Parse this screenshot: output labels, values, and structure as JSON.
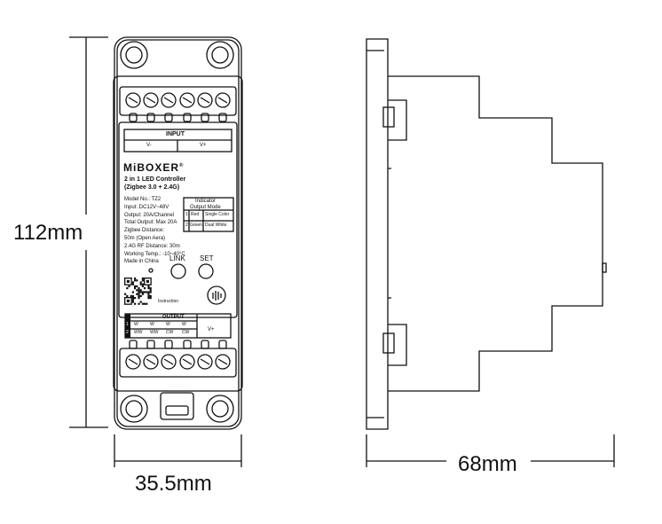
{
  "dimensions": {
    "height": "112mm",
    "width": "35.5mm",
    "depth": "68mm"
  },
  "device": {
    "brand": "MiBOXER",
    "brand_mark": "®",
    "title_line1": "2 in 1 LED Controller",
    "title_line2": "(Zigbee 3.0 + 2.4G)",
    "specs": [
      "Model No.: TZ2",
      "Input: DC12V~48V",
      "Output: 20A/Channel",
      "Total Output: Max 20A",
      "Zigbee Distance:",
      "50m (Open Aera)",
      "2.4G RF Distance: 30m",
      "Working Temp.: -10~40°C",
      "Made in China"
    ],
    "input_header": "INPUT",
    "input_labels": [
      "V-",
      "V+"
    ],
    "indicator_title_line1": "Indicator",
    "indicator_title_line2": "Output Mode",
    "indicator_rows": [
      {
        "num": "1",
        "color": "Red",
        "mode": "Single Color"
      },
      {
        "num": "2",
        "color": "Green",
        "mode": "Dual White"
      }
    ],
    "link_label": "LINK",
    "set_label": "SET",
    "instruction_label": "Instruction",
    "output_header": "OUTPUT",
    "output_row_nums": [
      "1",
      "2"
    ],
    "output_row1": [
      "W",
      "W",
      "W",
      "W"
    ],
    "output_row2": [
      "WW",
      "WW",
      "CW",
      "CW"
    ],
    "output_vplus": "V+"
  }
}
